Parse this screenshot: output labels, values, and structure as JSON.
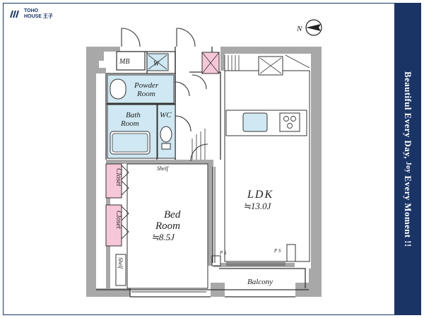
{
  "brand": {
    "line1": "TOHO",
    "line2": "HOUSE 王子"
  },
  "tagline": {
    "part1": "Beautiful  Every Day, ",
    "joy": "Joy",
    "part2": " Every Moment !!"
  },
  "compass": {
    "letter": "N"
  },
  "rooms": {
    "mb": "MB",
    "w": "W",
    "powder1": "Powder",
    "powder2": "Room",
    "bath1": "Bath",
    "bath2": "Room",
    "wc": "WC",
    "closet1": "Closet",
    "closet2": "Closet",
    "shelf1": "Shelf",
    "shelf2": "Shelf",
    "bed1": "Bed",
    "bed2": "Room",
    "bed_size": "≒8.5J",
    "ldk": "LDK",
    "ldk_size": "≒13.0J",
    "ps1": "P S",
    "ps2": "P S",
    "balcony": "Balcony"
  },
  "colors": {
    "brand": "#1a3466",
    "wall": "#a8a8a8",
    "wet": "#cfe8f3",
    "closet": "#f6c7d8"
  }
}
